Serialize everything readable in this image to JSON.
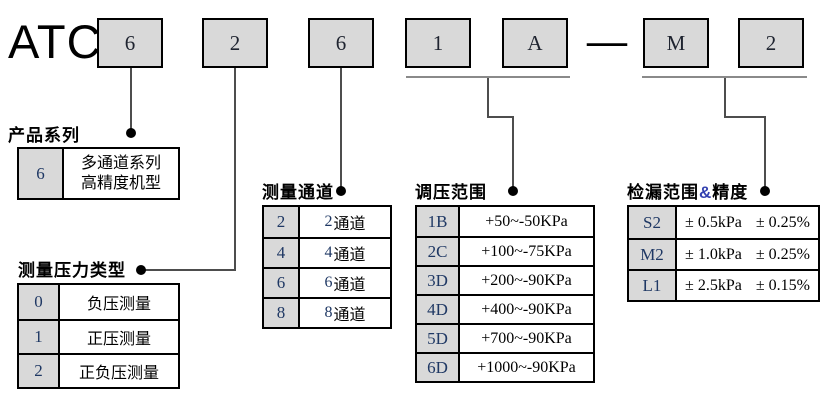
{
  "header": {
    "prefix": "ATC",
    "boxes": [
      "6",
      "2",
      "6",
      "1",
      "A",
      "M",
      "2"
    ],
    "dash": "—"
  },
  "tables": {
    "product_series": {
      "label": "产品系列",
      "rows": [
        {
          "key": "6",
          "line1": "多通道系列",
          "line2": "高精度机型"
        }
      ]
    },
    "pressure_type": {
      "label": "测量压力类型",
      "rows": [
        {
          "key": "0",
          "value": "负压测量"
        },
        {
          "key": "1",
          "value": "正压测量"
        },
        {
          "key": "2",
          "value": "正负压测量"
        }
      ]
    },
    "channels": {
      "label": "测量通道",
      "rows": [
        {
          "key": "2",
          "num": "2",
          "suffix": "通道"
        },
        {
          "key": "4",
          "num": "4",
          "suffix": "通道"
        },
        {
          "key": "6",
          "num": "6",
          "suffix": "通道"
        },
        {
          "key": "8",
          "num": "8",
          "suffix": "通道"
        }
      ]
    },
    "regulation_range": {
      "label": "调压范围",
      "rows": [
        {
          "key": "1B",
          "value": "+50~-50KPa"
        },
        {
          "key": "2C",
          "value": "+100~-75KPa"
        },
        {
          "key": "3D",
          "value": "+200~-90KPa"
        },
        {
          "key": "4D",
          "value": "+400~-90KPa"
        },
        {
          "key": "5D",
          "value": "+700~-90KPa"
        },
        {
          "key": "6D",
          "value": "+1000~-90KPa"
        }
      ]
    },
    "leak_range": {
      "label_prefix": "检漏范围",
      "label_amp": "&",
      "label_suffix": "精度",
      "rows": [
        {
          "key": "S2",
          "range": "± 0.5kPa",
          "accuracy": "± 0.25%"
        },
        {
          "key": "M2",
          "range": "± 1.0kPa",
          "accuracy": "± 0.25%"
        },
        {
          "key": "L1",
          "range": "± 2.5kPa",
          "accuracy": "± 0.15%"
        }
      ]
    }
  },
  "colors": {
    "box_fill": "#d9d9d9",
    "accent_navy": "#1f3864",
    "connector_line": "#4d4d4d"
  }
}
